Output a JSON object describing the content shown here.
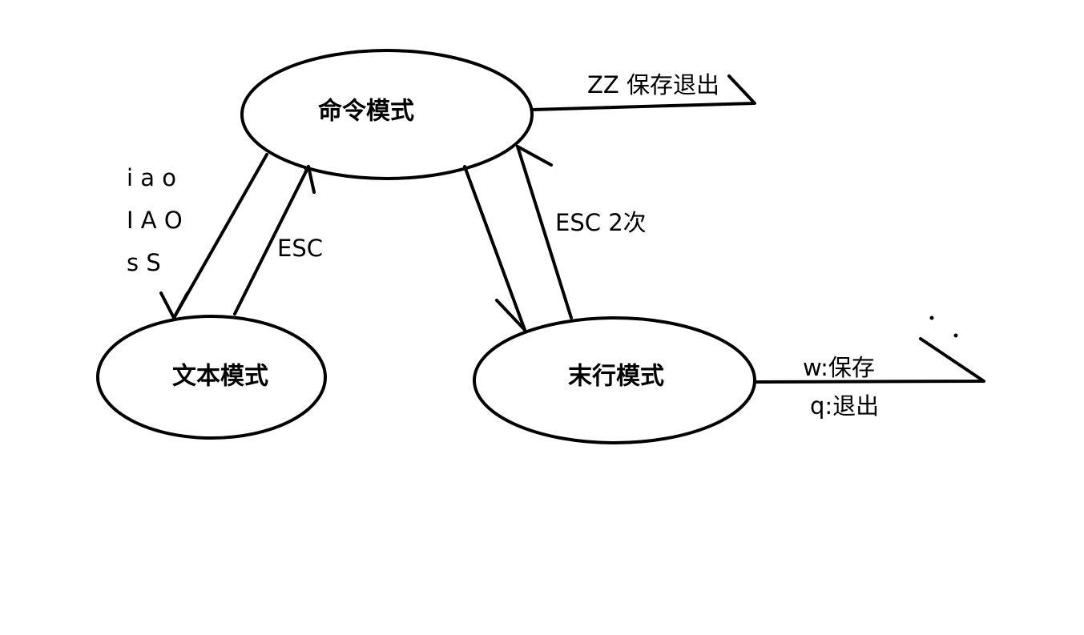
{
  "diagram": {
    "nodes": {
      "command": {
        "label": "命令模式"
      },
      "text": {
        "label": "文本模式"
      },
      "lastline": {
        "label": "末行模式"
      }
    },
    "edges": {
      "insert_keys": {
        "lines": [
          "i a o",
          "I A O",
          "s S"
        ]
      },
      "esc_to_command": {
        "label": "ESC"
      },
      "esc_twice": {
        "label": "ESC 2次"
      },
      "zz_exit": {
        "label": "ZZ 保存退出"
      },
      "lastline_commands": {
        "lines": [
          "w:保存",
          "q:退出"
        ]
      }
    },
    "stroke_color": "#000000",
    "background_color": "#ffffff"
  }
}
